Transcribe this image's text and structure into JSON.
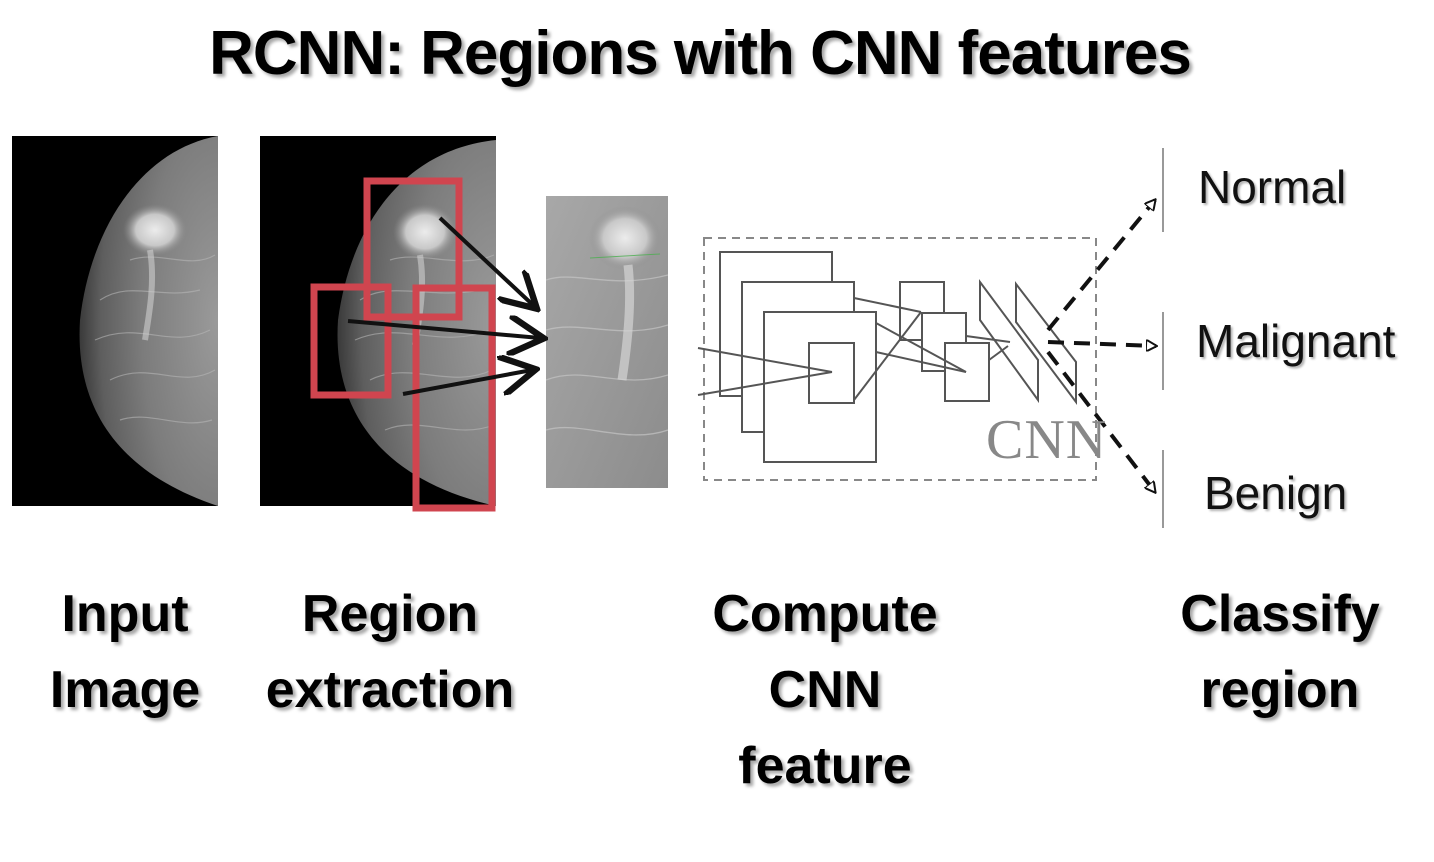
{
  "title": "RCNN: Regions with CNN features",
  "captions": {
    "input": [
      "Input",
      "Image"
    ],
    "region": [
      "Region",
      "extraction"
    ],
    "compute": [
      "Compute",
      "CNN",
      "feature"
    ],
    "classify": [
      "Classify",
      "region"
    ]
  },
  "cnn_label": "CNN",
  "outputs": [
    "Normal",
    "Malignant",
    "Benign"
  ],
  "colors": {
    "region_box": "#d0454f",
    "arrow": "#111111",
    "mammogram_bg": "#000000"
  }
}
